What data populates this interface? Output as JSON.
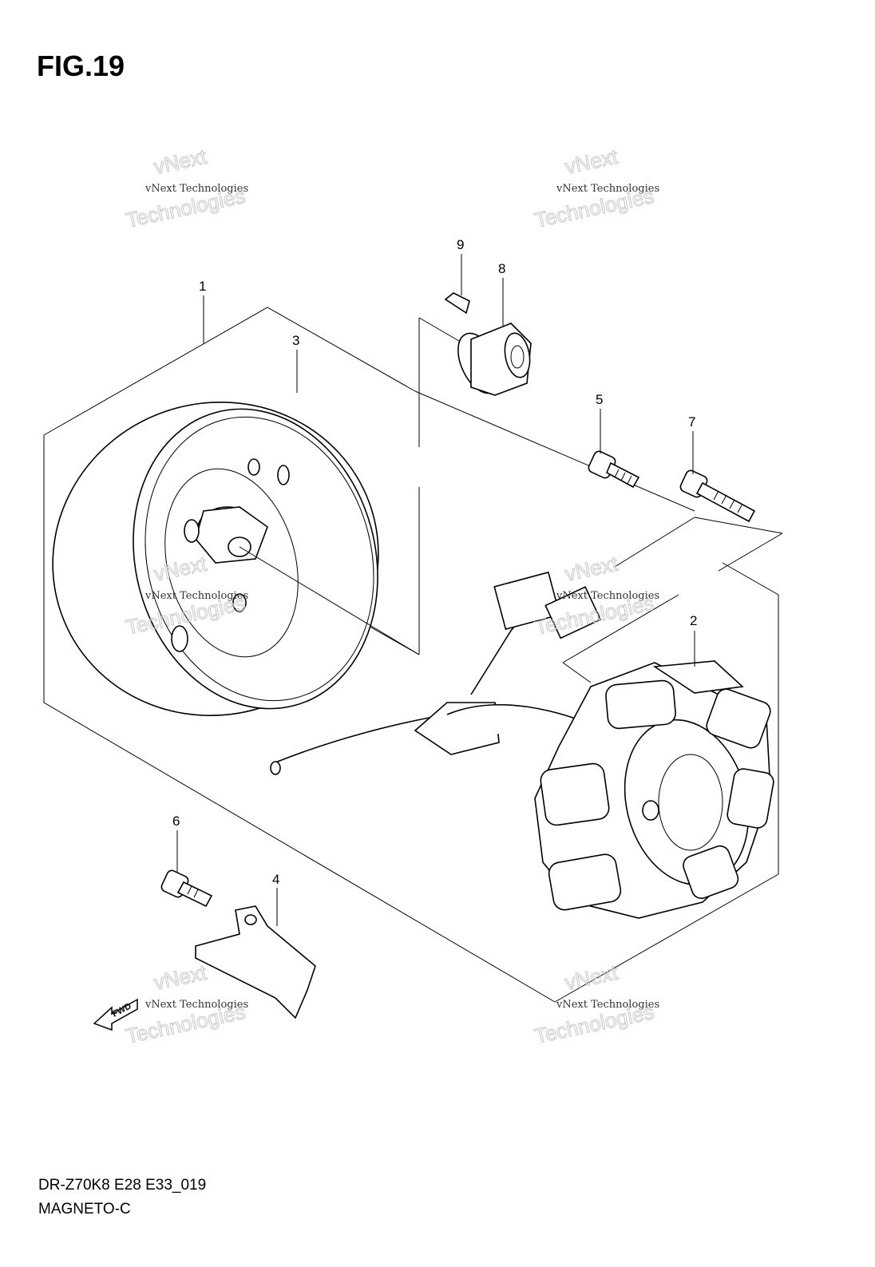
{
  "figure": {
    "title": "FIG.19"
  },
  "footer": {
    "code": "DR-Z70K8 E28 E33_019",
    "name": "MAGNETO-C"
  },
  "callouts": [
    "1",
    "2",
    "3",
    "4",
    "5",
    "6",
    "7",
    "8",
    "9"
  ],
  "arrow_label": "FWD",
  "watermark": {
    "small": "vNext Technologies",
    "big": "Technologies",
    "top": "vNext"
  }
}
